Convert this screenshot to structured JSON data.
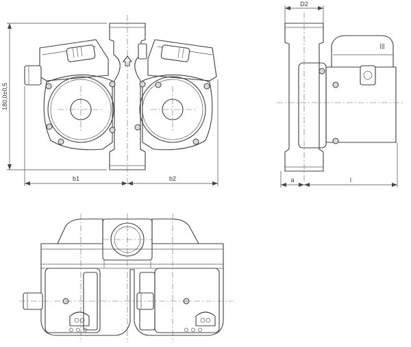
{
  "dimensions": {
    "height": "180,0±0,5",
    "b1": "b1",
    "b2": "b2",
    "d2": "D2",
    "a": "a",
    "l": "l"
  }
}
